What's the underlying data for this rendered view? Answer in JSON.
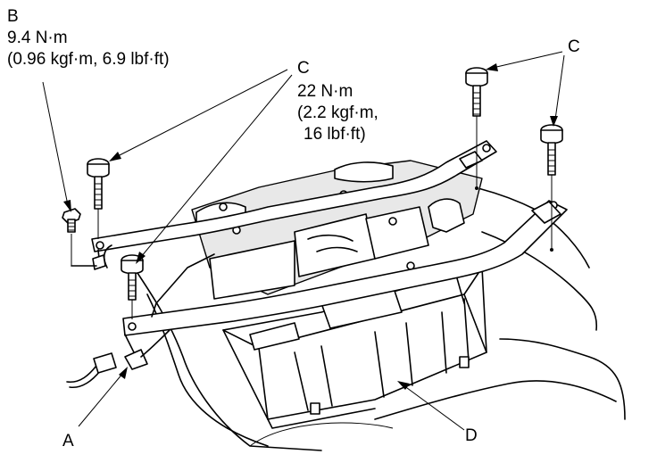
{
  "labels": {
    "b_letter": "B",
    "b_torque": "9.4 N·m",
    "b_torque_alt": "(0.96 kgf·m, 6.9 lbf·ft)",
    "c_letter_left": "C",
    "c_torque": "22 N·m",
    "c_torque_alt_1": "(2.2 kgf·m,",
    "c_torque_alt_2": "16 lbf·ft)",
    "c_letter_right": "C",
    "a_letter": "A",
    "d_letter": "D"
  }
}
